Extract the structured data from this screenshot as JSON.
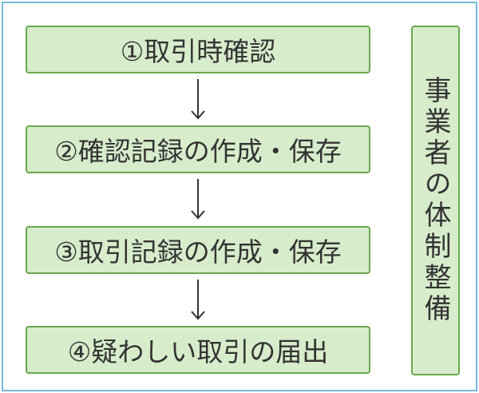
{
  "steps": [
    {
      "label": "①取引時確認"
    },
    {
      "label": "②確認記録の作成・保存"
    },
    {
      "label": "③取引記録の作成・保存"
    },
    {
      "label": "④疑わしい取引の届出"
    }
  ],
  "side_box": {
    "label": "事業者の体制整備"
  },
  "colors": {
    "box_fill": "#d6eccb",
    "box_border": "#6aa84f",
    "frame_border": "#79b8d8",
    "arrow": "#333333",
    "text": "#333333"
  }
}
